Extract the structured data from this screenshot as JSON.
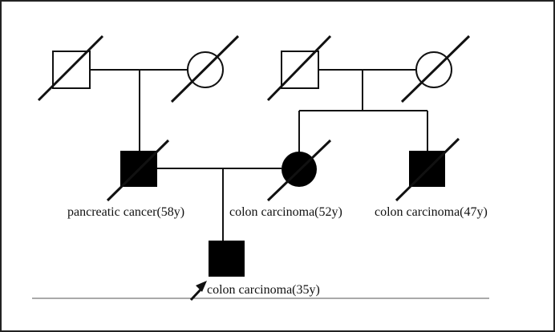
{
  "pedigree": {
    "individuals": [
      {
        "id": "paternal-grandfather",
        "sex": "male",
        "affected": false,
        "deceased": true,
        "proband": false,
        "label": ""
      },
      {
        "id": "paternal-grandmother",
        "sex": "female",
        "affected": false,
        "deceased": true,
        "proband": false,
        "label": ""
      },
      {
        "id": "maternal-grandfather",
        "sex": "male",
        "affected": false,
        "deceased": true,
        "proband": false,
        "label": ""
      },
      {
        "id": "maternal-grandmother",
        "sex": "female",
        "affected": false,
        "deceased": true,
        "proband": false,
        "label": ""
      },
      {
        "id": "father",
        "sex": "male",
        "affected": true,
        "deceased": true,
        "proband": false,
        "label": "pancreatic cancer(58y)"
      },
      {
        "id": "mother",
        "sex": "female",
        "affected": true,
        "deceased": true,
        "proband": false,
        "label": "colon carcinoma(52y)"
      },
      {
        "id": "maternal-uncle",
        "sex": "male",
        "affected": true,
        "deceased": true,
        "proband": false,
        "label": "colon carcinoma(47y)"
      },
      {
        "id": "proband",
        "sex": "male",
        "affected": true,
        "deceased": false,
        "proband": true,
        "label": "colon carcinoma(35y)"
      }
    ],
    "colors": {
      "affected_fill": "#000000",
      "unaffected_fill": "#ffffff",
      "line": "#111111"
    }
  }
}
